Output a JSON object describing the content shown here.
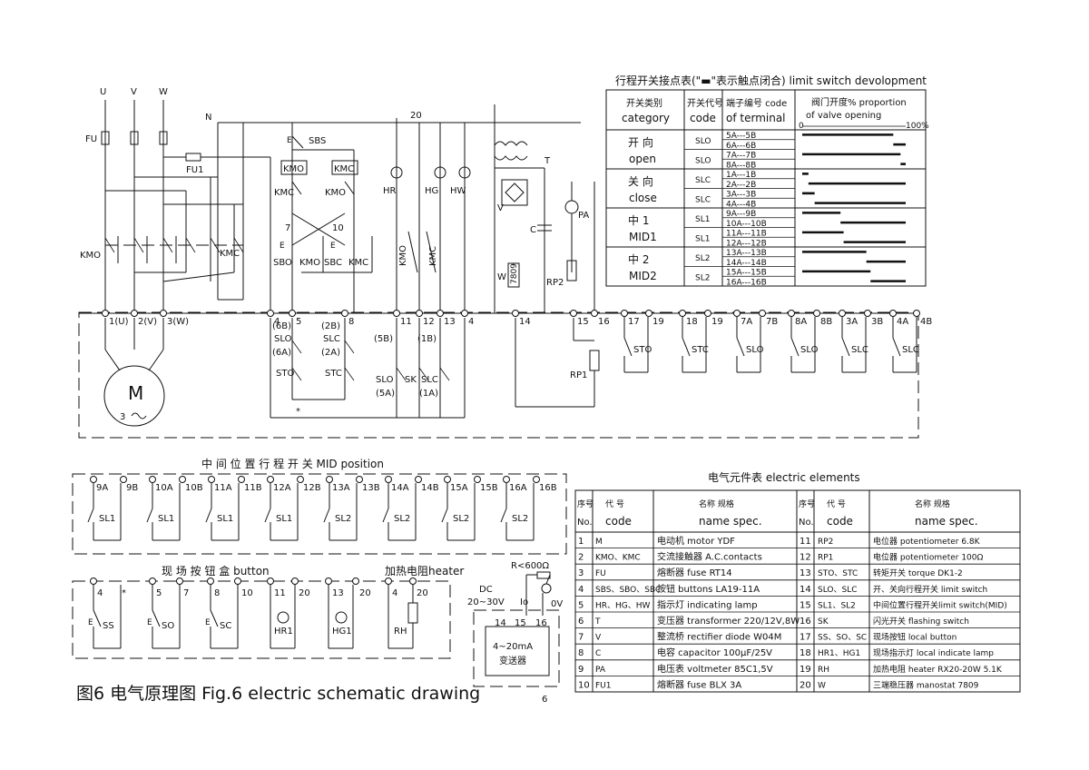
{
  "page_number": "6",
  "caption": "图6  电气原理图    Fig.6  electric  schematic  drawing",
  "power": {
    "phases": [
      "U",
      "V",
      "W"
    ],
    "neutral": "N",
    "wire_20": "20",
    "fuse_main": "FU",
    "fuse_1": "FU1",
    "motor": "M",
    "motor_phase": "3",
    "kmo": "KMO",
    "kmc": "KMC"
  },
  "control": {
    "sbs": "SBS",
    "kmo_coil": "KMO",
    "kmc_coil": "KMC",
    "kmc_nc": "KMC",
    "kmo_nc": "KMO",
    "n7": "7",
    "n10": "10",
    "sbo": "SBO",
    "kmo_no": "KMO",
    "sbc": "SBC",
    "kmc_no": "KMC",
    "e": "E",
    "hr": "HR",
    "hg": "HG",
    "hw": "HW",
    "kmo_v": "KMO",
    "kmc_v": "KMC",
    "t": "T",
    "v": "V",
    "c": "C",
    "pa": "PA",
    "w": "W",
    "w7809": "7809",
    "rp2": "RP2",
    "rp1": "RP1"
  },
  "terminals_top": [
    "1(U)",
    "2(V)",
    "3(W)",
    "4",
    "5",
    "8",
    "11",
    "12",
    "13",
    "4",
    "14",
    "15",
    "16",
    "17",
    "19",
    "18",
    "19",
    "7A",
    "7B",
    "8A",
    "8B",
    "3A",
    "3B",
    "4A",
    "4B"
  ],
  "terminal_switches": [
    "STO",
    "STC",
    "SLO",
    "SLO",
    "SLC",
    "SLC"
  ],
  "lower_left": {
    "sl6b": "(6B)",
    "slo": "SLO",
    "sl6a": "(6A)",
    "sl2b": "(2B)",
    "slc": "SLC",
    "sl2a": "(2A)",
    "sto": "STO",
    "stc": "STC",
    "star": "*",
    "l5b": "(5B)",
    "l1b": "(1B)",
    "slo2": "SLO",
    "sk": "SK",
    "slc2": "SLC",
    "l5a": "(5A)",
    "l1a": "(1A)"
  },
  "mid_position": {
    "title": "中 间 位 置 行 程 开 关 MID  position",
    "terminals": [
      "9A",
      "9B",
      "10A",
      "10B",
      "11A",
      "11B",
      "12A",
      "12B",
      "13A",
      "13B",
      "14A",
      "14B",
      "15A",
      "15B",
      "16A",
      "16B"
    ],
    "switches": [
      "SL1",
      "SL1",
      "SL1",
      "SL1",
      "SL2",
      "SL2",
      "SL2",
      "SL2"
    ]
  },
  "button_box": {
    "title": "现  场  按  钮  盒  button",
    "heater_title": "加热电阻heater",
    "terminals": [
      "4",
      "*",
      "5",
      "7",
      "8",
      "10",
      "11",
      "20",
      "13",
      "20",
      "4",
      "20"
    ],
    "labels": [
      "SS",
      "SO",
      "SC",
      "HR1",
      "HG1",
      "RH"
    ],
    "e": "E"
  },
  "transmitter": {
    "r_label": "R<600Ω",
    "dc_label": "DC",
    "volt_range": "20~30V",
    "io": "Io",
    "ov": "0V",
    "terminals": [
      "14",
      "15",
      "16"
    ],
    "ma": "4~20mA",
    "name": "变送器"
  },
  "limit_switch_table": {
    "title": "行程开关接点表(\"▬\"表示触点闭合) limit  switch  devolopment",
    "headers": {
      "category_cn": "开关类别",
      "category_en": "category",
      "code_cn": "开关代号",
      "code_en": "code",
      "terminal_cn": "端子编号  code",
      "terminal_en": "of  terminal",
      "proportion_cn": "阀门开度%    proportion",
      "proportion_en": "of  valve  opening",
      "scale_start": "0",
      "scale_end": "100%"
    },
    "groups": [
      {
        "cn": "开  向",
        "en": "open",
        "codes": [
          "SLO",
          "SLO"
        ]
      },
      {
        "cn": "关  向",
        "en": "close",
        "codes": [
          "SLC",
          "SLC"
        ]
      },
      {
        "cn": "中  1",
        "en": "MID1",
        "codes": [
          "SL1",
          "SL1"
        ]
      },
      {
        "cn": "中  2",
        "en": "MID2",
        "codes": [
          "SL2",
          "SL2"
        ]
      }
    ],
    "rows": [
      {
        "terminal": "5A---5B",
        "on": [
          [
            0,
            0.88
          ]
        ]
      },
      {
        "terminal": "6A---6B",
        "on": [
          [
            0.88,
            1.0
          ]
        ]
      },
      {
        "terminal": "7A---7B",
        "on": [
          [
            0,
            0.95
          ]
        ]
      },
      {
        "terminal": "8A---8B",
        "on": [
          [
            0.95,
            1.0
          ]
        ]
      },
      {
        "terminal": "1A---1B",
        "on": [
          [
            0,
            0.06
          ]
        ]
      },
      {
        "terminal": "2A---2B",
        "on": [
          [
            0.06,
            1.0
          ]
        ]
      },
      {
        "terminal": "3A---3B",
        "on": [
          [
            0,
            0.12
          ]
        ]
      },
      {
        "terminal": "4A---4B",
        "on": [
          [
            0.12,
            1.0
          ]
        ]
      },
      {
        "terminal": "9A---9B",
        "on": [
          [
            0,
            0.37
          ]
        ]
      },
      {
        "terminal": "10A---10B",
        "on": [
          [
            0.37,
            1.0
          ]
        ]
      },
      {
        "terminal": "11A---11B",
        "on": [
          [
            0,
            0.4
          ]
        ]
      },
      {
        "terminal": "12A---12B",
        "on": [
          [
            0.4,
            1.0
          ]
        ]
      },
      {
        "terminal": "13A---13B",
        "on": [
          [
            0,
            0.62
          ]
        ]
      },
      {
        "terminal": "14A---14B",
        "on": [
          [
            0.62,
            1.0
          ]
        ]
      },
      {
        "terminal": "15A---15B",
        "on": [
          [
            0,
            0.66
          ]
        ]
      },
      {
        "terminal": "16A---16B",
        "on": [
          [
            0.66,
            1.0
          ]
        ]
      }
    ]
  },
  "elements_table": {
    "title": "电气元件表        electric  elements",
    "headers": {
      "no_cn": "序号",
      "no_en": "No.",
      "code_cn": "代  号",
      "code_en": "code",
      "name_cn": "名称    规格",
      "name_en": "name    spec."
    },
    "rows_left": [
      {
        "no": "1",
        "code": "M",
        "name": "电动机  motor   YDF"
      },
      {
        "no": "2",
        "code": "KMO、KMC",
        "name": "交流接触器 A.C.contacts"
      },
      {
        "no": "3",
        "code": "FU",
        "name": "熔断器  fuse    RT14"
      },
      {
        "no": "4",
        "code": "SBS、SBO、SBC",
        "name": "按钮  buttons    LA19-11A"
      },
      {
        "no": "5",
        "code": "HR、HG、HW",
        "name": "指示灯  indicating  lamp"
      },
      {
        "no": "6",
        "code": "T",
        "name": "变压器  transformer 220/12V,8W"
      },
      {
        "no": "7",
        "code": "V",
        "name": "整流桥  rectifier  diode  W04M"
      },
      {
        "no": "8",
        "code": "C",
        "name": "电容  capacitor  100μF/25V"
      },
      {
        "no": "9",
        "code": "PA",
        "name": "电压表  voltmeter  85C1,5V"
      },
      {
        "no": "10",
        "code": "FU1",
        "name": "熔断器  fuse    BLX  3A"
      }
    ],
    "rows_right": [
      {
        "no": "11",
        "code": "RP2",
        "name": "电位器  potentiometer  6.8K"
      },
      {
        "no": "12",
        "code": "RP1",
        "name": "电位器  potentiometer  100Ω"
      },
      {
        "no": "13",
        "code": "STO、STC",
        "name": "转矩开关  torque  DK1-2"
      },
      {
        "no": "14",
        "code": "SLO、SLC",
        "name": "开、关向行程开关  limit  switch"
      },
      {
        "no": "15",
        "code": "SL1、SL2",
        "name": "中间位置行程开关limit switch(MID)"
      },
      {
        "no": "16",
        "code": "SK",
        "name": "闪光开关  flashing  switch"
      },
      {
        "no": "17",
        "code": "SS、SO、SC",
        "name": "现场按钮  local  button"
      },
      {
        "no": "18",
        "code": "HR1、HG1",
        "name": "现场指示灯  local  indicate  lamp"
      },
      {
        "no": "19",
        "code": "RH",
        "name": "加热电阻  heater  RX20-20W  5.1K"
      },
      {
        "no": "20",
        "code": "W",
        "name": "三端稳压器  manostat  7809"
      }
    ]
  }
}
